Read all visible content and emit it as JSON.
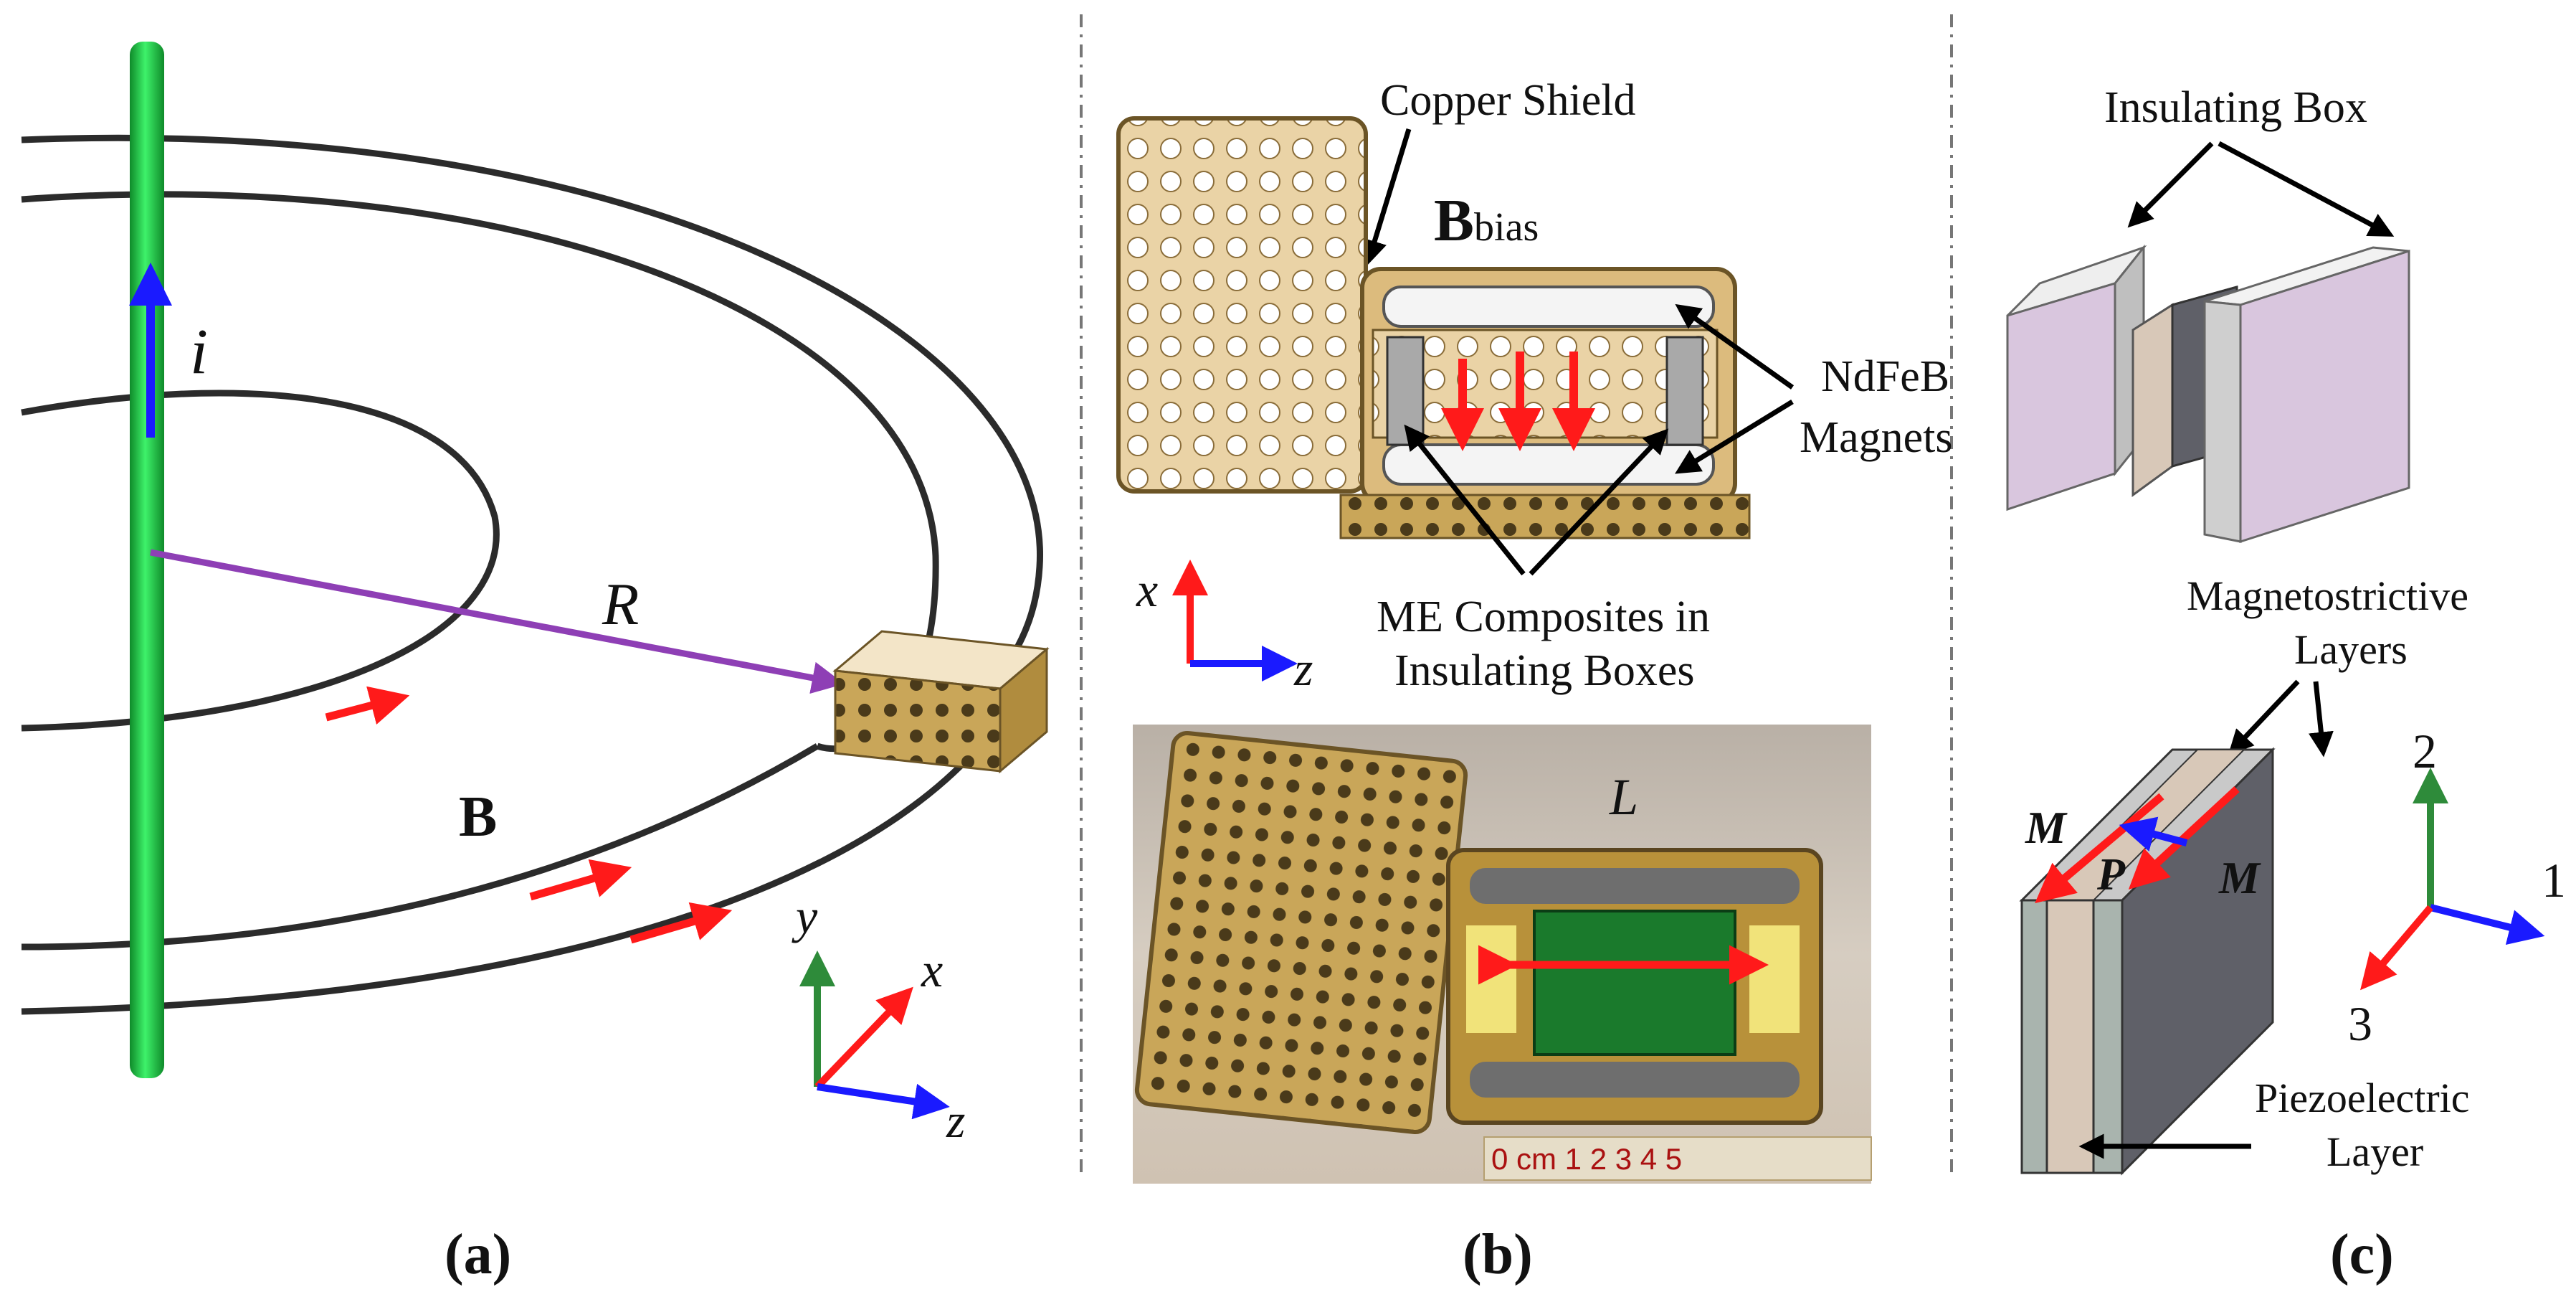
{
  "panel_a": {
    "current_label": "i",
    "radius_label": "R",
    "field_label": "B",
    "axis_y": "y",
    "axis_x": "x",
    "axis_z": "z",
    "caption": "(a)"
  },
  "panel_b": {
    "copper_shield": "Copper Shield",
    "b_bias_main": "B",
    "b_bias_sub": "bias",
    "ndfeb_line1": "NdFeB",
    "ndfeb_line2": "Magnets",
    "me_line1": "ME Composites in",
    "me_line2": "Insulating Boxes",
    "axis_x": "x",
    "axis_z": "z",
    "length_label": "L",
    "ruler_text": "0 cm 1   2   3   4   5",
    "caption": "(b)"
  },
  "panel_c": {
    "insulating_box": "Insulating Box",
    "magneto_line1": "Magnetostrictive",
    "magneto_line2": "Layers",
    "m_label": "M",
    "p_label": "P",
    "piezo_line1": "Piezoelectric",
    "piezo_line2": "Layer",
    "axis_1": "1",
    "axis_2": "2",
    "axis_3": "3",
    "caption": "(c)"
  },
  "colors": {
    "wire": "#22c55e",
    "field_lines": "#2b2b2b",
    "red_arrow": "#ff1a1a",
    "blue_arrow": "#1a1aff",
    "green_axis": "#2e8b3a",
    "purple_radius": "#8e3fb5",
    "brass": "#c9a659",
    "box_purple": "#d9c6de",
    "layer_grey": "#5f6068",
    "layer_beige": "#d8c8b8"
  }
}
